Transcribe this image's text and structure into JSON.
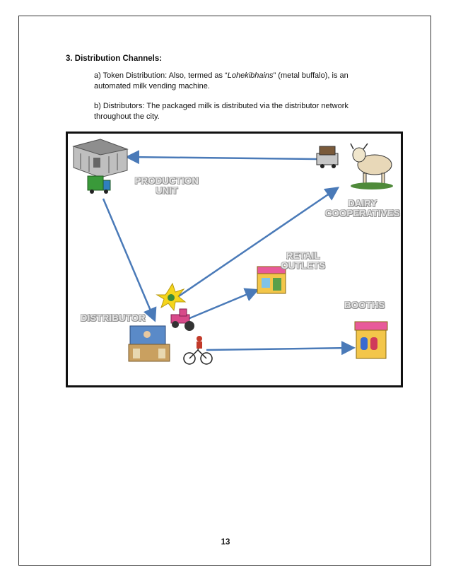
{
  "heading": "3. Distribution Channels:",
  "paragraphs": {
    "a_prefix": "a) Token Distribution: Also, termed as “",
    "a_italic": "Lohekibhains",
    "a_suffix": "” (metal buffalo), is an automated milk vending machine.",
    "b": "b) Distributors: The packaged milk is distributed via the distributor network throughout the city."
  },
  "diagram": {
    "labels": {
      "production_line1": "PRODUCTION",
      "production_line2": "UNIT",
      "dairy_line1": "DAIRY",
      "dairy_line2": "COOPERATIVES",
      "retail_line1": "RETAIL",
      "retail_line2": "OUTLETS",
      "booths": "BOOTHS",
      "distributor": "DISTRIBUTOR"
    },
    "arrow_color": "#4a7ab8"
  },
  "page_number": "13"
}
